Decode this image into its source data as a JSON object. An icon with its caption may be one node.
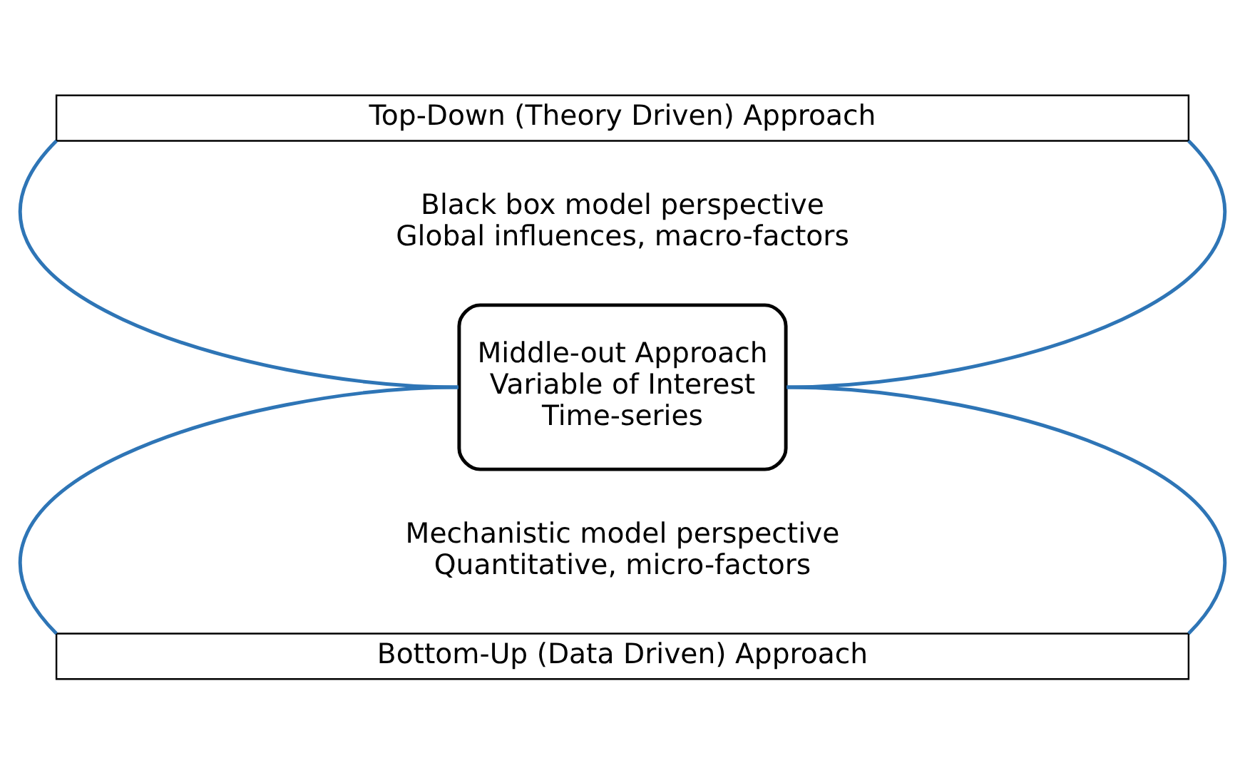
{
  "diagram": {
    "nodes": [
      {
        "text": [
          "Top-Down (Theory Driven) Approach"
        ]
      },
      {
        "text": [
          "Middle-out Approach",
          "Variable of Interest",
          "Time-series"
        ]
      },
      {
        "text": [
          "Bottom-Up (Data Driven) Approach"
        ]
      }
    ],
    "edges": [
      {
        "from": 0,
        "to": 1,
        "arrow": "none"
      },
      {
        "from": 0,
        "to": 1,
        "arrow": "none"
      },
      {
        "from": 1,
        "to": 2,
        "arrow": "none"
      },
      {
        "from": 1,
        "to": 2,
        "arrow": "none"
      }
    ],
    "labels": [
      "Black box model perspective",
      "Global influences, macro-factors",
      "Mechanistic model perspective",
      "Quantitative, micro-factors"
    ]
  }
}
